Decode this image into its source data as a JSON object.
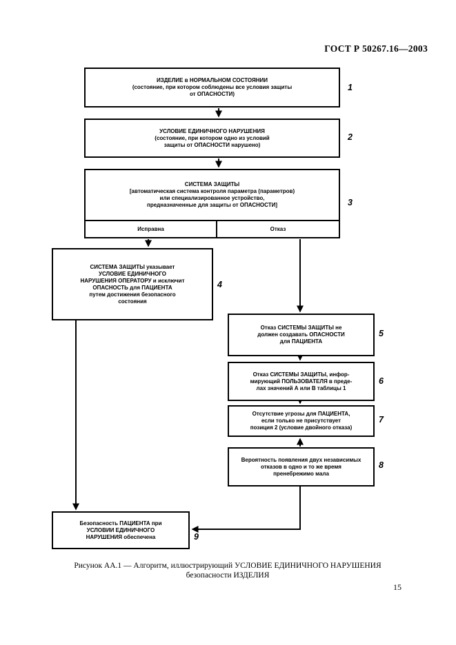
{
  "page": {
    "header": "ГОСТ Р 50267.16—2003",
    "page_number": "15",
    "caption_line1": "Рисунок АА.1 — Алгоритм, иллюстрирующий УСЛОВИЕ ЕДИНИЧНОГО НАРУШЕНИЯ",
    "caption_line2": "безопасности ИЗДЕЛИЯ"
  },
  "flowchart": {
    "boxes": [
      {
        "number": "1",
        "text": "ИЗДЕЛИЕ в НОРМАЛЬНОМ СОСТОЯНИИ\n(состояние, при котором соблюдены все условия защиты\nот ОПАСНОСТИ)"
      },
      {
        "number": "2",
        "text": "УСЛОВИЕ ЕДИНИЧНОГО НАРУШЕНИЯ\n(состояние, при котором одно из условий\nзащиты от ОПАСНОСТИ нарушено)"
      },
      {
        "number": "3",
        "text": "СИСТЕМА ЗАЩИТЫ\n[автоматическая система контроля параметра (параметров)\nили специализированное устройство,\nпредназначенные для защиты от ОПАСНОСТИ]"
      },
      {
        "number": "4",
        "text": "СИСТЕМА ЗАЩИТЫ указывает\nУСЛОВИЕ ЕДИНИЧНОГО\nНАРУШЕНИЯ ОПЕРАТОРУ и исключит\nОПАСНОСТЬ для ПАЦИЕНТА\nпутем достижения безопасного\nсостояния"
      },
      {
        "number": "5",
        "text": "Отказ СИСТЕМЫ ЗАЩИТЫ не\nдолжен создавать ОПАСНОСТИ\nдля ПАЦИЕНТА"
      },
      {
        "number": "6",
        "text": "Отказ СИСТЕМЫ ЗАЩИТЫ, инфор-\nмирующий ПОЛЬЗОВАТЕЛЯ в преде-\nлах значений А или В таблицы 1"
      },
      {
        "number": "7",
        "text": "Отсутствие угрозы для ПАЦИЕНТА,\nесли только не присутствует\nпозиция 2 (условие двойного отказа)"
      },
      {
        "number": "8",
        "text": "Вероятность появления двух независимых\nотказов в одно и то же время\nпренебрежимо мала"
      },
      {
        "number": "9",
        "text": "Безопасность ПАЦИЕНТА при\nУСЛОВИИ ЕДИНИЧНОГО\nНАРУШЕНИЯ обеспечена"
      }
    ],
    "branch": {
      "ok_label": "Исправна",
      "fail_label": "Отказ"
    }
  }
}
